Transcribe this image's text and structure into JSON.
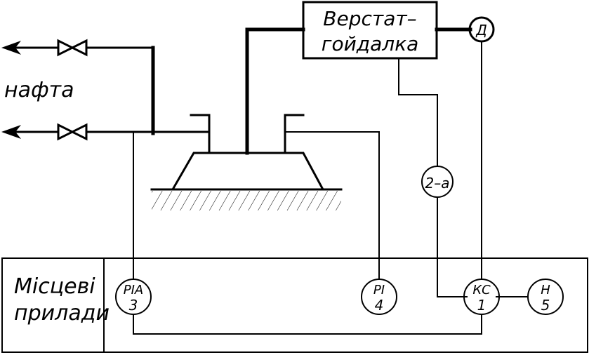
{
  "labels": {
    "oil": "нафта",
    "pump_unit_line1": "Верстат–",
    "pump_unit_line2": "гойдалка",
    "local_instruments_line1": "Місцеві",
    "local_instruments_line2": "прилади"
  },
  "instruments": {
    "motor": {
      "l1": "Д"
    },
    "sensor": {
      "l1": "2–а"
    },
    "pia": {
      "l1": "PIA",
      "l2": "3"
    },
    "pi": {
      "l1": "PI",
      "l2": "4"
    },
    "kc": {
      "l1": "КС",
      "l2": "1"
    },
    "h": {
      "l1": "Н",
      "l2": "5"
    }
  }
}
